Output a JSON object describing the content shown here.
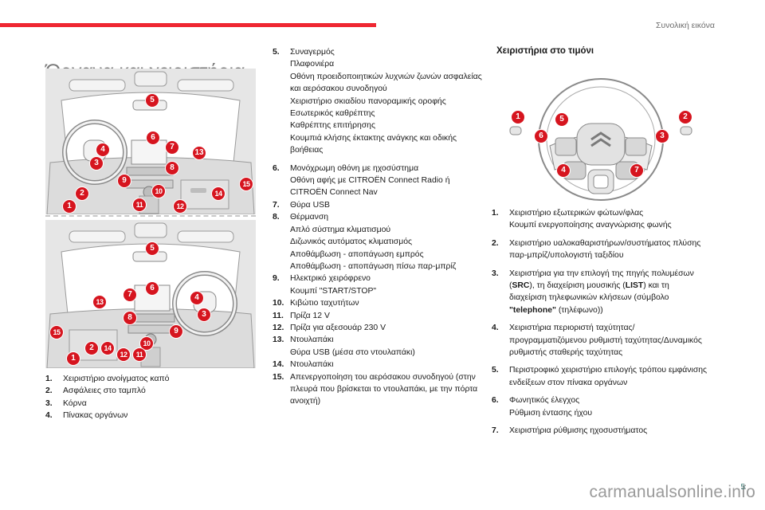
{
  "header": {
    "section_label": "Συνολική εικόνα",
    "accent_color": "#ef2732"
  },
  "page_title": "Όργανα και χειριστήρια",
  "dashboard_figure_lhd": {
    "callouts": [
      "1",
      "2",
      "3",
      "4",
      "5",
      "6",
      "7",
      "8",
      "9",
      "10",
      "11",
      "12",
      "13",
      "14",
      "15"
    ]
  },
  "dashboard_figure_rhd": {
    "callouts": [
      "1",
      "2",
      "3",
      "4",
      "5",
      "6",
      "7",
      "8",
      "9",
      "10",
      "11",
      "12",
      "13",
      "14",
      "15"
    ]
  },
  "dashboard_legend": [
    {
      "num": "1.",
      "lines": [
        "Χειριστήριο ανοίγματος καπό"
      ]
    },
    {
      "num": "2.",
      "lines": [
        "Ασφάλειες στο ταμπλό"
      ]
    },
    {
      "num": "3.",
      "lines": [
        "Κόρνα"
      ]
    },
    {
      "num": "4.",
      "lines": [
        "Πίνακας οργάνων"
      ]
    },
    {
      "num": "5.",
      "lines": [
        "Συναγερμός",
        "Πλαφονιέρα",
        "Οθόνη προειδοποιητικών λυχνιών ζωνών ασφαλείας",
        "και αερόσακου συνοδηγού",
        "Χειριστήριο σκιαδίου πανοραμικής οροφής",
        "Εσωτερικός καθρέπτης",
        "Καθρέπτης επιτήρησης",
        "Κουμπιά κλήσης έκτακτης ανάγκης και οδικής",
        "βοήθειας"
      ]
    },
    {
      "num": "6.",
      "lines": [
        "Μονόχρωμη οθόνη με ηχοσύστημα",
        "Οθόνη αφής με CITROËN Connect Radio ή",
        "CITROËN Connect Nav"
      ]
    },
    {
      "num": "7.",
      "lines": [
        "Θύρα USB"
      ]
    },
    {
      "num": "8.",
      "lines": [
        "Θέρμανση",
        "Απλό σύστημα κλιματισμού",
        "Διζωνικός αυτόματος κλιματισμός",
        "Αποθάμβωση - αποπάγωση εμπρός",
        "Αποθάμβωση - αποπάγωση πίσω παρ-μπρίζ"
      ]
    },
    {
      "num": "9.",
      "lines": [
        "Ηλεκτρικό χειρόφρενο",
        "Κουμπί \"START/STOP\""
      ]
    },
    {
      "num": "10.",
      "lines": [
        "Κιβώτιο ταχυτήτων"
      ]
    },
    {
      "num": "11.",
      "lines": [
        "Πρίζα 12 V"
      ]
    },
    {
      "num": "12.",
      "lines": [
        "Πρίζα για αξεσουάρ 230 V"
      ]
    },
    {
      "num": "13.",
      "lines": [
        "Ντουλαπάκι",
        "Θύρα USB (μέσα στο ντουλαπάκι)"
      ]
    },
    {
      "num": "14.",
      "lines": [
        "Ντουλαπάκι"
      ]
    },
    {
      "num": "15.",
      "lines": [
        "Απενεργοποίηση του αερόσακου συνοδηγού (στην",
        "πλευρά που βρίσκεται το ντουλαπάκι, με την πόρτα",
        "ανοιχτή)"
      ]
    }
  ],
  "wheel_section": {
    "title": "Χειριστήρια στο τιμόνι",
    "callouts": [
      "1",
      "2",
      "3",
      "4",
      "5",
      "6",
      "7"
    ],
    "legend": [
      {
        "num": "1.",
        "lines": [
          "Χειριστήριο εξωτερικών φώτων/φλας",
          "Κουμπί ενεργοποίησης αναγνώρισης φωνής"
        ]
      },
      {
        "num": "2.",
        "lines": [
          "Χειριστήριο υαλοκαθαριστήρων/συστήματος πλύσης",
          "παρ-μπρίζ/υπολογιστή ταξιδίου"
        ]
      },
      {
        "num": "3.",
        "lines": [
          "Χειριστήρια για την επιλογή της πηγής πολυμέσων",
          "(SRC), τη διαχείριση μουσικής (LIST) και τη",
          "διαχείριση τηλεφωνικών κλήσεων (σύμβολο",
          "\"telephone\" (τηλέφωνο))"
        ]
      },
      {
        "num": "4.",
        "lines": [
          "Χειριστήρια περιοριστή ταχύτητας/",
          "προγραμματιζόμενου ρυθμιστή ταχύτητας/Δυναμικός",
          "ρυθμιστής σταθερής ταχύτητας"
        ]
      },
      {
        "num": "5.",
        "lines": [
          "Περιστροφικό χειριστήριο επιλογής τρόπου εμφάνισης",
          "ενδείξεων στον πίνακα οργάνων"
        ]
      },
      {
        "num": "6.",
        "lines": [
          "Φωνητικός έλεγχος",
          "Ρύθμιση έντασης ήχου"
        ]
      },
      {
        "num": "7.",
        "lines": [
          "Χειριστήρια ρύθμισης ηχοσυστήματος"
        ]
      }
    ]
  },
  "footer": {
    "watermark": "carmanualsonline.info",
    "page_number": "5"
  }
}
